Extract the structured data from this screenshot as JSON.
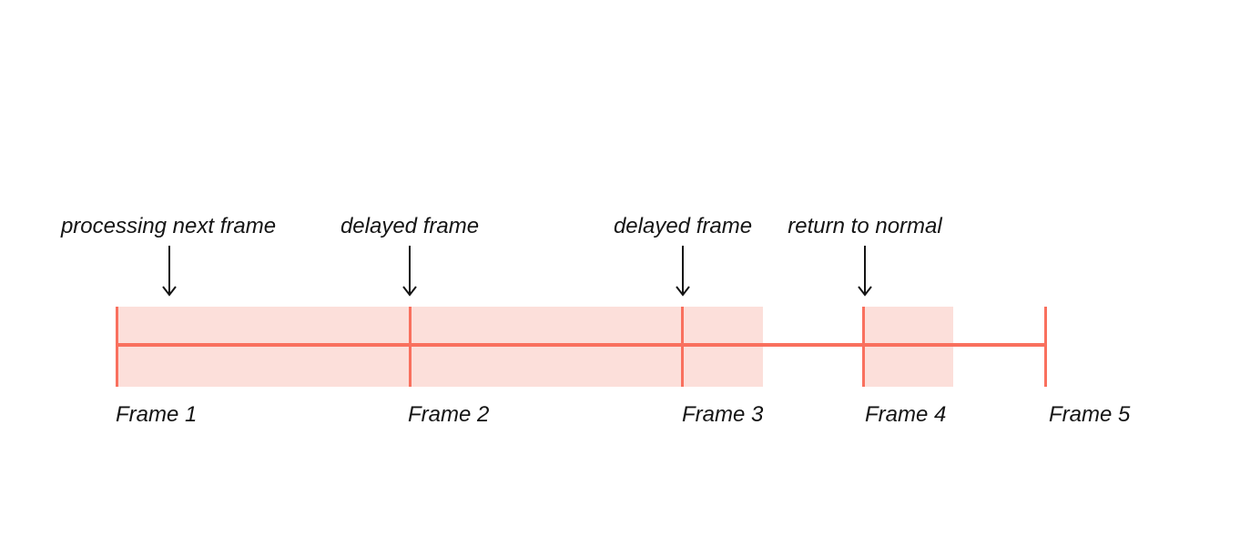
{
  "colors": {
    "background": "#ffffff",
    "band": "#fcdfda",
    "timeline": "#f9705e",
    "text": "#141414"
  },
  "annotations": [
    {
      "label": "processing next frame"
    },
    {
      "label": "delayed frame"
    },
    {
      "label": "delayed frame"
    },
    {
      "label": "return to normal"
    }
  ],
  "frames": [
    {
      "label": "Frame 1"
    },
    {
      "label": "Frame 2"
    },
    {
      "label": "Frame 3"
    },
    {
      "label": "Frame 4"
    },
    {
      "label": "Frame 5"
    }
  ]
}
